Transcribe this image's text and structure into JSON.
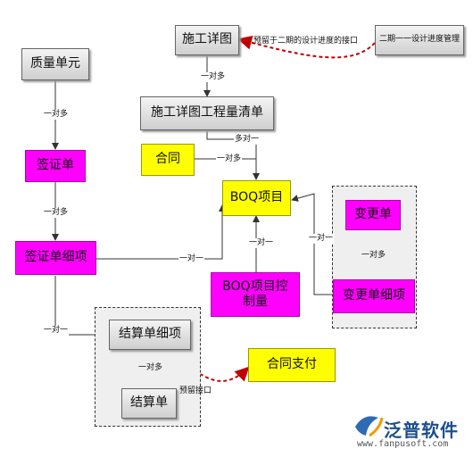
{
  "nodes": {
    "construction_detail": "施工详图",
    "phase2_design_mgmt": "二期一一设计进度管理",
    "quality_unit": "质量单元",
    "construction_boq": "施工详图工程量清单",
    "contract": "合同",
    "visa": "签证单",
    "boq_item": "BOQ项目",
    "change_order": "变更单",
    "visa_detail": "签证单细项",
    "boq_control": "BOQ项目控制量",
    "change_detail": "变更单细项",
    "settlement_detail": "结算单细项",
    "contract_payment": "合同支付",
    "settlement": "结算单"
  },
  "labels": {
    "one_to_many": "一对多",
    "many_to_one": "多对一",
    "one_to_one": "一对一",
    "reserved_phase2": "预留于二期的设计进度的接口",
    "reserved_interface": "预留接口"
  },
  "logo": {
    "name": "泛普软件",
    "url": "www.fanpusoft.com"
  },
  "colors": {
    "magenta": "#ff00ff",
    "yellow": "#ffff00",
    "dashed_red": "#c00000"
  }
}
